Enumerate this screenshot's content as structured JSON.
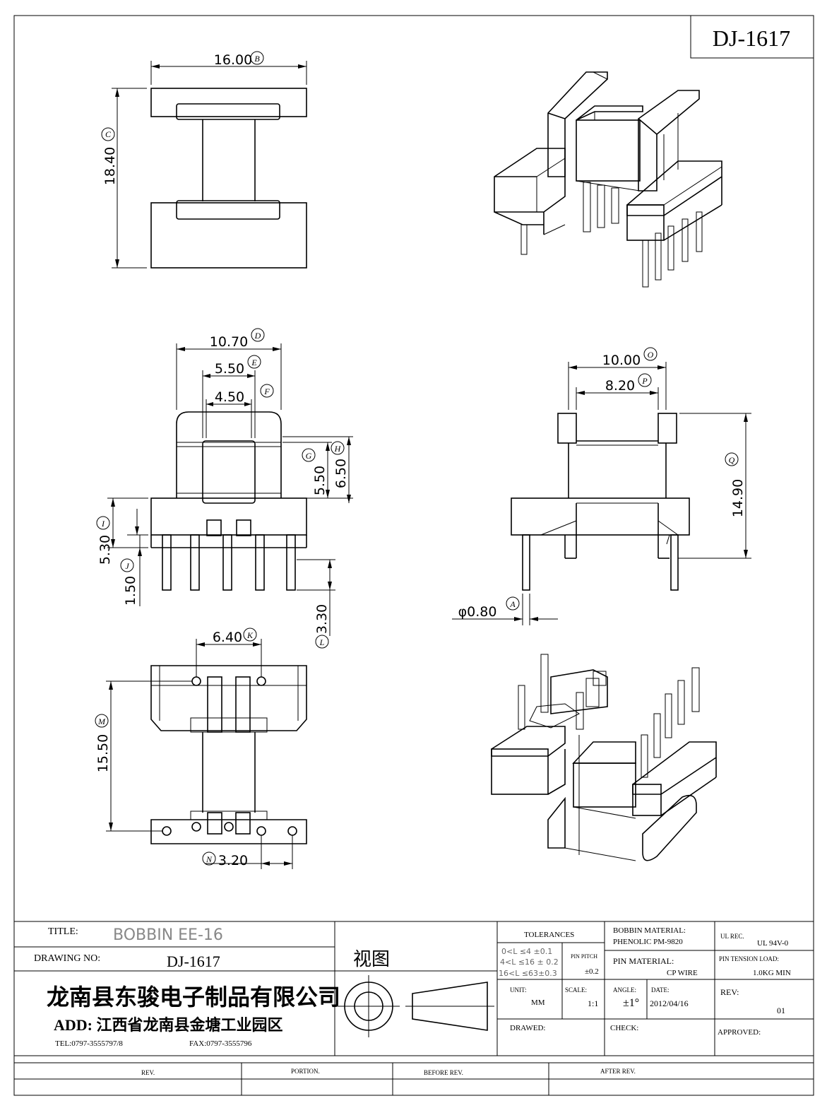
{
  "drawing_id": "DJ-1617",
  "dimensions": {
    "top_width": "16.00",
    "top_height": "18.40",
    "front_outer_width": "10.70",
    "front_window_outer": "5.50",
    "front_window_inner": "4.50",
    "front_flange_h1": "5.50",
    "front_flange_h2": "6.50",
    "front_base_h": "5.30",
    "front_step_h": "1.50",
    "pin_length": "3.30",
    "side_width": "10.00",
    "side_inner": "8.20",
    "side_height": "14.90",
    "pin_dia": "φ0.80",
    "bottom_pin_span": "6.40",
    "bottom_height": "15.50",
    "pin_pitch": "3.20"
  },
  "callouts": {
    "B": "B",
    "C": "C",
    "D": "D",
    "E": "E",
    "F": "F",
    "G": "G",
    "H": "H",
    "I": "I",
    "J": "J",
    "L": "L",
    "O": "O",
    "P": "P",
    "Q": "Q",
    "A": "A",
    "K": "K",
    "M": "M",
    "N": "N"
  },
  "title_block": {
    "title_label": "TITLE:",
    "title_value": "BOBBIN  EE-16",
    "drawing_no_label": "DRAWING NO:",
    "drawing_no_value": "DJ-1617",
    "company": "龙南县东骏电子制品有限公司",
    "address": "ADD: 江西省龙南县金塘工业园区",
    "tel": "TEL:0797-3555797/8",
    "fax": "FAX:0797-3555796",
    "view_label": "视图",
    "tolerances_label": "TOLERANCES",
    "tol_1": "0<L ≤4  ±0.1",
    "tol_2": "4<L ≤16 ±  0.2",
    "tol_3": "16<L ≤63±0.3",
    "pin_pitch_label": "PIN PITCH",
    "pin_pitch_value": "±0.2",
    "unit_label": "UNIT:",
    "unit_value": "MM",
    "scale_label": "SCALE:",
    "scale_value": "1:1",
    "angle_label": "ANGLE:",
    "angle_value": "±1°",
    "date_label": "DATE:",
    "date_value": "2012/04/16",
    "drawed_label": "DRAWED:",
    "check_label": "CHECK:",
    "approved_label": "APPROVED:",
    "bobbin_material_label": "BOBBIN MATERIAL:",
    "bobbin_material_value": "PHENOLIC  PM-9820",
    "pin_material_label": "PIN MATERIAL:",
    "pin_material_value": "CP WIRE",
    "ul_label": "UL REC.",
    "ul_value": "UL  94V-0",
    "pin_tension_label": "PIN TENSION LOAD:",
    "pin_tension_value": "1.0KG MIN",
    "rev_label": "REV:",
    "rev_value": "01"
  },
  "revision_table": {
    "rev": "REV.",
    "portion": "PORTION.",
    "before": "BEFORE REV.",
    "after": "AFTER REV."
  }
}
